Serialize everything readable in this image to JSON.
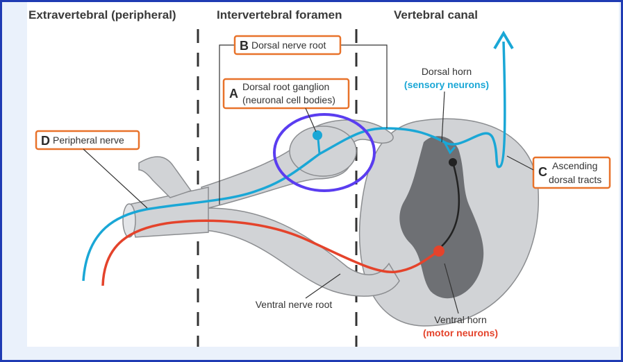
{
  "headers": {
    "extravertebral": "Extravertebral (peripheral)",
    "foramen": "Intervertebral foramen",
    "canal": "Vertebral canal"
  },
  "labels": {
    "a_letter": "A",
    "a_line1": "Dorsal root ganglion",
    "a_line2": "(neuronal cell bodies)",
    "b_letter": "B",
    "b_text": "Dorsal nerve root",
    "c_letter": "C",
    "c_line1": "Ascending",
    "c_line2": "dorsal tracts",
    "d_letter": "D",
    "d_text": "Peripheral nerve",
    "dorsal_horn": "Dorsal horn",
    "sensory_neurons": "(sensory neurons)",
    "ventral_root": "Ventral nerve root",
    "ventral_horn": "Ventral horn",
    "motor_neurons": "(motor neurons)"
  },
  "colors": {
    "frame": "#1f3bb3",
    "sensory": "#1aa7d6",
    "motor": "#e4432b",
    "label_border": "#e8722a",
    "highlight": "#5a3df0",
    "tissue": "#d1d3d6",
    "gray_matter": "#6e7074"
  }
}
